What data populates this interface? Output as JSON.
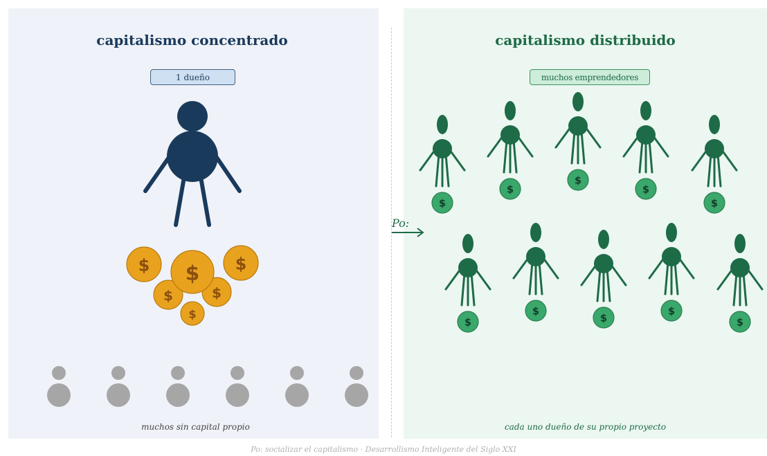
{
  "left": {
    "title": "capitalismo concentrado",
    "badge": "1 dueño",
    "caption": "muchos sin capital propio",
    "coin_symbol": "$",
    "bystander_count": 6,
    "colors": {
      "figure": "#1a3a5c",
      "coin": "#e8a21e",
      "coin_text": "#8a4f0c",
      "bystander": "#a6a6a6"
    }
  },
  "right": {
    "title": "capitalismo distribuido",
    "badge": "muchos emprendedores",
    "caption": "cada uno dueño de su propio proyecto",
    "coin_symbol": "$",
    "entrepreneur_count": 10,
    "colors": {
      "figure": "#1e6b47",
      "coin": "#3aa76b",
      "coin_text": "#123d28"
    }
  },
  "arrow_label": "Po:",
  "footer": "Po: socializar el capitalismo · Desarrollismo Inteligente del Siglo XXI"
}
